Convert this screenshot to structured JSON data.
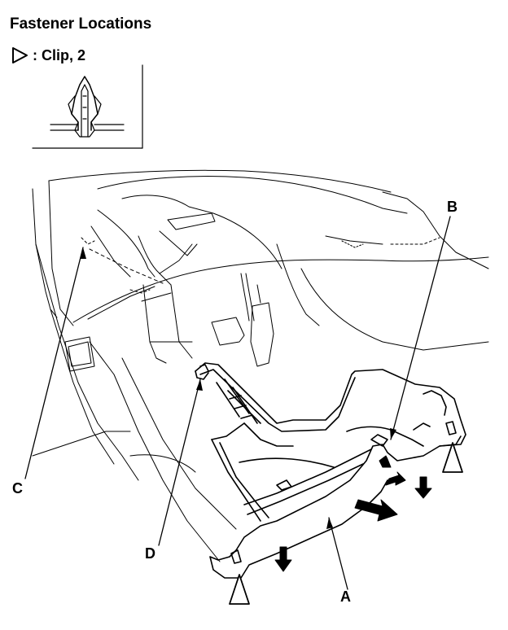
{
  "title": "Fastener Locations",
  "legend": {
    "symbol": "open-triangle",
    "text": ": Clip, 2"
  },
  "callouts": {
    "a": "A",
    "b": "B",
    "c": "C",
    "d": "D"
  }
}
